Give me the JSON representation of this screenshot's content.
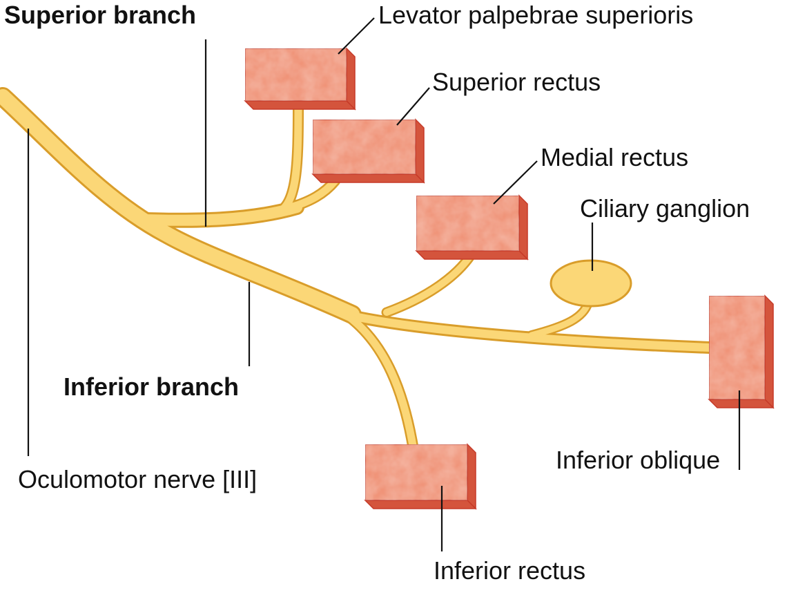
{
  "labels": {
    "superior_branch": "Superior branch",
    "inferior_branch": "Inferior branch",
    "oculomotor_nerve": "Oculomotor nerve [III]",
    "levator": "Levator palpebrae superioris",
    "superior_rectus": "Superior rectus",
    "medial_rectus": "Medial rectus",
    "ciliary_ganglion": "Ciliary ganglion",
    "inferior_oblique": "Inferior oblique",
    "inferior_rectus": "Inferior rectus"
  },
  "colors": {
    "nerve_fill": "#fbd777",
    "nerve_outline": "#d99d2a",
    "muscle_front": "#ef8b6d",
    "muscle_side": "#d4543c",
    "muscle_edge": "#c63a28"
  }
}
